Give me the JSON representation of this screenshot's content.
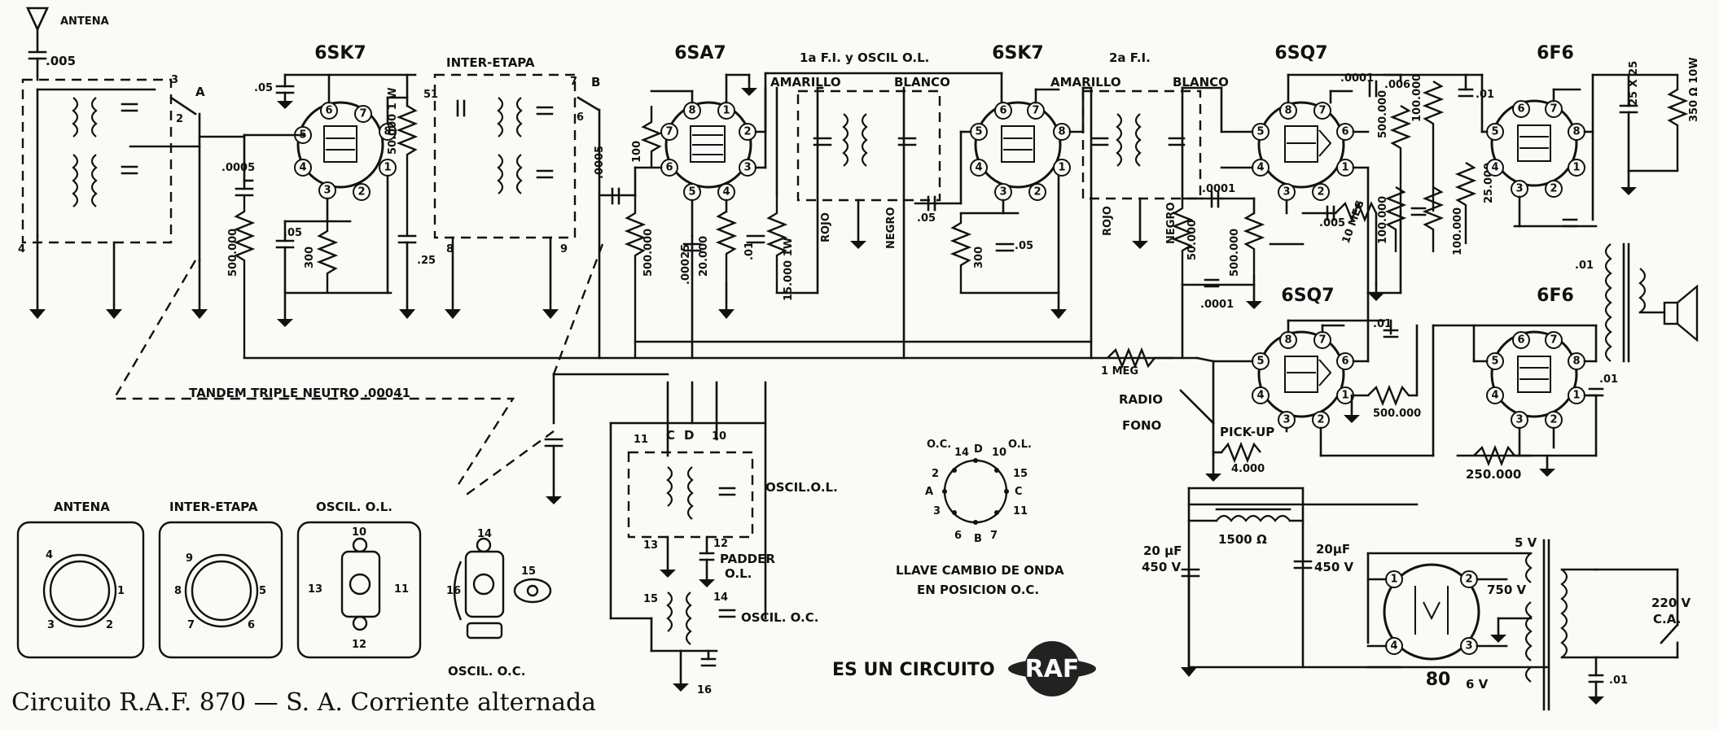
{
  "title": "Circuito R.A.F. 870 — S. A. Corriente alternada",
  "brand": "ES UN CIRCUITO",
  "logo_text": "RAF",
  "tubes": [
    {
      "name": "6SK7",
      "pins": [
        "1",
        "2",
        "3",
        "4",
        "5",
        "6",
        "7",
        "8"
      ]
    },
    {
      "name": "6SA7",
      "pins": [
        "1",
        "2",
        "3",
        "4",
        "5",
        "6",
        "7",
        "8"
      ]
    },
    {
      "name": "6SK7",
      "pins": [
        "1",
        "2",
        "3",
        "4",
        "5",
        "6",
        "7",
        "8"
      ]
    },
    {
      "name": "6SQ7",
      "pins": [
        "1",
        "2",
        "3",
        "4",
        "5",
        "6",
        "7",
        "8"
      ]
    },
    {
      "name": "6F6",
      "pins": [
        "1",
        "2",
        "3",
        "4",
        "5",
        "6",
        "7",
        "8"
      ]
    },
    {
      "name": "6SQ7",
      "pins": [
        "1",
        "2",
        "3",
        "4",
        "5",
        "6",
        "7",
        "8"
      ]
    },
    {
      "name": "6F6",
      "pins": [
        "1",
        "2",
        "3",
        "4",
        "5",
        "6",
        "7",
        "8"
      ]
    },
    {
      "name": "80",
      "pins": [
        "1",
        "2",
        "3",
        "4"
      ]
    }
  ],
  "labels": {
    "antena": "ANTENA",
    "inter_etapa": "INTER-ETAPA",
    "fi_oscil": "1a F.I. y OSCIL O.L.",
    "fi2": "2a F.I.",
    "amarillo": "AMARILLO",
    "blanco": "BLANCO",
    "rojo": "ROJO",
    "negro": "NEGRO",
    "tandem": "TANDEM TRIPLE NEUTRO .00041",
    "meg1": "1 MEG",
    "radio": "RADIO",
    "fono": "FONO",
    "pickup": "PICK-UP",
    "oscil_ol": "OSCIL.O.L.",
    "padder": "PADDER",
    "padder2": "O.L.",
    "oscil_oc": "OSCIL. O.C.",
    "llave": "LLAVE CAMBIO DE ONDA",
    "posicion": "EN POSICION O.C.",
    "oc": "O.C.",
    "ol": "O.L.",
    "cap_filter1": "20 μF",
    "cap_filter1b": "450 V",
    "cap_filter2": "20μF",
    "cap_filter2b": "450 V",
    "choke": "1500 Ω",
    "v5": "5 V",
    "v750": "750 V",
    "v6": "6 V",
    "v220": "220 V",
    "ca": "C.A.",
    "cap_01_ac": ".01",
    "speaker_cap": "25 X 25",
    "speaker_res": "350 Ω 10W"
  },
  "switch_letters": {
    "A": "A",
    "B": "B",
    "C": "C",
    "D": "D"
  },
  "switch_numbers": {
    "n1": "1",
    "n2": "2",
    "n3": "3",
    "n4": "4",
    "n5": "5",
    "n6": "6",
    "n7": "7",
    "n8": "8",
    "n9": "9",
    "n10": "10",
    "n11": "11",
    "n12": "12",
    "n13": "13",
    "n14": "14",
    "n15": "15",
    "n16": "16"
  },
  "components": {
    "c005": ".005",
    "c05a": ".05",
    "c0005a": ".0005",
    "c0005b": ".0005",
    "r500k_a": "500.000",
    "r300a": "300",
    "c05b": ".05",
    "r50k": "50.000 1 W",
    "c25": ".25",
    "r100": "100",
    "r500k_b": "500.000",
    "c00025": ".00025",
    "r20k": "20.000",
    "c01a": ".01",
    "r15k": "15.000 1W",
    "c05c": ".05",
    "r300b": "300",
    "c05d": ".05",
    "c0001a": ".0001",
    "r50k_b": "50.000",
    "r500k_c": "500.000",
    "c0001b": ".0001",
    "c0001c": ".0001",
    "c005b": ".005",
    "r10meg": "10 MEG",
    "c006": ".006",
    "r500k_d": "500.000",
    "r100k_a": "100.000",
    "c01b": ".01",
    "r25k": "25.000",
    "r100k_b": "100.000",
    "r100k_c": "100.000",
    "c01c": ".01",
    "c01d": ".01",
    "r500k_e": "500.000",
    "r4000": "4.000",
    "r250k": "250.000",
    "c01e": ".01"
  },
  "panels": [
    {
      "title": "ANTENA",
      "numbers": [
        "4",
        "1",
        "3",
        "2"
      ]
    },
    {
      "title": "INTER-ETAPA",
      "numbers": [
        "9",
        "8",
        "5",
        "7",
        "6"
      ]
    },
    {
      "title": "OSCIL. O.L.",
      "numbers": [
        "10",
        "13",
        "11",
        "12"
      ]
    },
    {
      "title": "OSCIL. O.C.",
      "numbers": [
        "14",
        "16",
        "15"
      ]
    }
  ]
}
